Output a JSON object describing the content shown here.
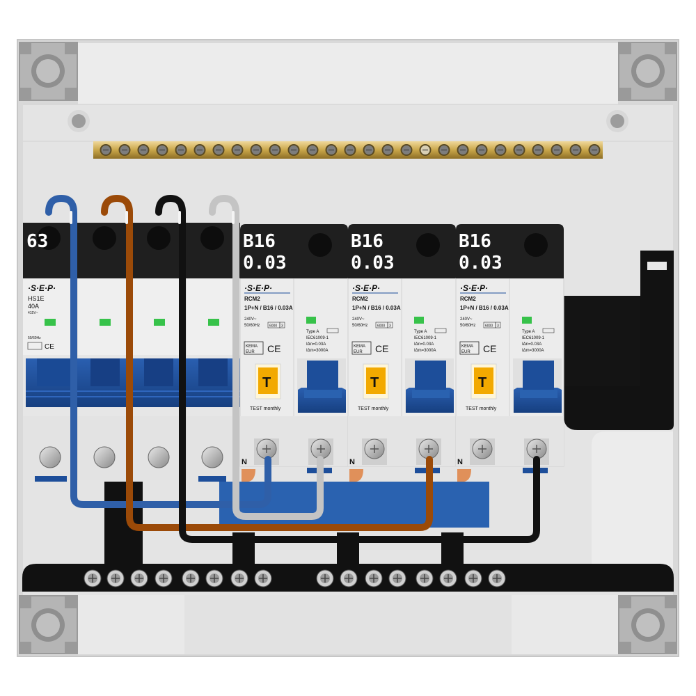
{
  "main_switch": {
    "rating_label": "63",
    "brand": "·S·E·P·",
    "model": "HS1E",
    "current": "40A",
    "voltage": "415V~",
    "frequency": "50/60Hz"
  },
  "rcbos": [
    {
      "label_line1": "B16",
      "label_line2": "0.03",
      "brand": "·S·E·P·",
      "model": "RCM2",
      "spec": "1P+N / B16 / 0.03A",
      "voltage": "240V~",
      "frequency": "50/60Hz",
      "rating_box": "6000",
      "class_box": "3",
      "type": "Type A",
      "standard": "IEC61009-1",
      "idn": "IΔn=0.03A",
      "idm": "IΔm=3000A",
      "test_button": "T",
      "test_text": "TEST monthly",
      "neutral": "N",
      "cert": "KEMA EUR",
      "ce": "CE"
    },
    {
      "label_line1": "B16",
      "label_line2": "0.03",
      "brand": "·S·E·P·",
      "model": "RCM2",
      "spec": "1P+N / B16 / 0.03A",
      "voltage": "240V~",
      "frequency": "50/60Hz",
      "rating_box": "6000",
      "class_box": "3",
      "type": "Type A",
      "standard": "IEC61009-1",
      "idn": "IΔn=0.03A",
      "idm": "IΔm=3000A",
      "test_button": "T",
      "test_text": "TEST monthly",
      "neutral": "N",
      "cert": "KEMA EUR",
      "ce": "CE"
    },
    {
      "label_line1": "B16",
      "label_line2": "0.03",
      "brand": "·S·E·P·",
      "model": "RCM2",
      "spec": "1P+N / B16 / 0.03A",
      "voltage": "240V~",
      "frequency": "50/60Hz",
      "rating_box": "6000",
      "class_box": "3",
      "type": "Type A",
      "standard": "IEC61009-1",
      "idn": "IΔn=0.03A",
      "idm": "IΔm=3000A",
      "test_button": "T",
      "test_text": "TEST monthly",
      "neutral": "N",
      "cert": "KEMA EUR",
      "ce": "CE"
    }
  ],
  "colors": {
    "enclosure": "#d4d4d4",
    "enclosure_edge": "#bdbdbd",
    "backplate": "#e6e6e6",
    "device_body": "#e9e9e9",
    "label_black": "#1f1f1f",
    "toggle_blue": "#1d4e9a",
    "toggle_blue_dark": "#143a78",
    "indicator_green": "#37c24a",
    "test_orange": "#f2a900",
    "earth_bar": "#c9a64a",
    "neutral_bar": "#2a62b0",
    "terminal_black": "#111111",
    "wire_blue": "#2f5fa8",
    "wire_brown": "#9b4a08",
    "wire_black": "#111111",
    "wire_grey": "#c4c4c4",
    "copper": "#e0905a"
  },
  "icons": {
    "earth_screws": "screw-icon",
    "terminal_screws": "terminal-screw-icon",
    "corner_holes": "mounting-hole-icon"
  }
}
